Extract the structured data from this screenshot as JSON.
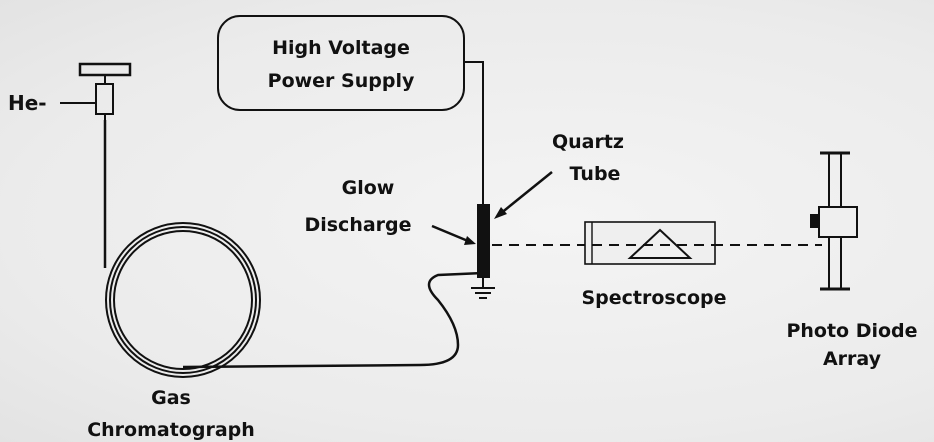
{
  "labels": {
    "he": "He-",
    "power_supply_line1": "High Voltage",
    "power_supply_line2": "Power Supply",
    "quartz_line1": "Quartz",
    "quartz_line2": "Tube",
    "glow_line1": "Glow",
    "glow_line2": "Discharge",
    "spectroscope": "Spectroscope",
    "photo_line1": "Photo Diode",
    "photo_line2": "Array",
    "gc_line1": "Gas",
    "gc_line2": "Chromatograph"
  },
  "colors": {
    "ink": "#111111",
    "paper": "#efefef"
  }
}
